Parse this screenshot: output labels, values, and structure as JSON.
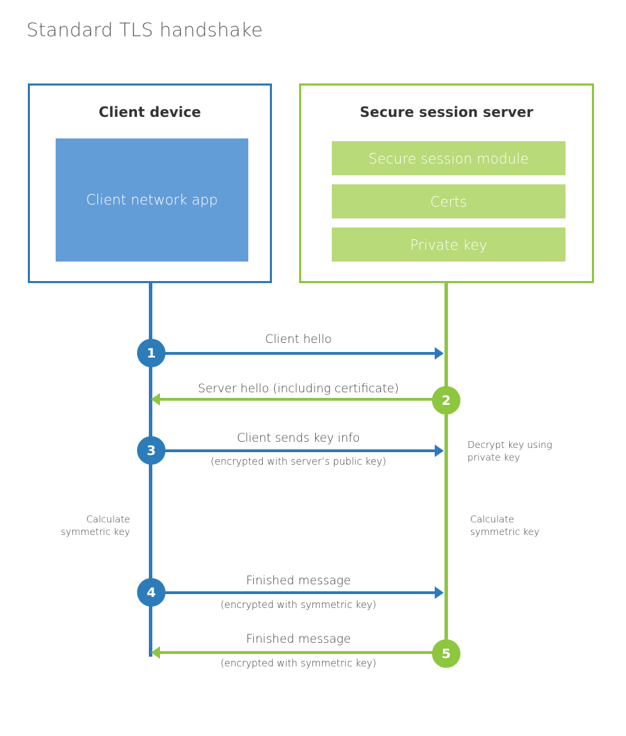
{
  "title": "Standard TLS handshake",
  "colors": {
    "client_border": "#3178b9",
    "client_fill": "#639dd7",
    "client_accent": "#2c7cba",
    "server_border": "#8dc63f",
    "server_fill": "#b9da78",
    "server_accent": "#8dc63f",
    "text": "#3b3b3b",
    "title_text": "#58595b",
    "background": "#ffffff"
  },
  "client": {
    "title": "Client device",
    "app_label": "Client network\napp"
  },
  "server": {
    "title": "Secure session server",
    "modules": [
      {
        "label": "Secure session module"
      },
      {
        "label": "Certs"
      },
      {
        "label": "Private key"
      }
    ]
  },
  "steps": [
    {
      "number": "1",
      "direction": "client-to-server",
      "color": "blue",
      "label": "Client hello",
      "sublabel": ""
    },
    {
      "number": "2",
      "direction": "server-to-client",
      "color": "green",
      "label": "Server hello (including certificate)",
      "sublabel": ""
    },
    {
      "number": "3",
      "direction": "client-to-server",
      "color": "blue",
      "label": "Client sends key info",
      "sublabel": "(encrypted with server’s public key)"
    },
    {
      "number": "4",
      "direction": "client-to-server",
      "color": "blue",
      "label": "Finished message",
      "sublabel": "(encrypted with symmetric key)"
    },
    {
      "number": "5",
      "direction": "server-to-client",
      "color": "green",
      "label": "Finished message",
      "sublabel": "(encrypted with symmetric key)"
    }
  ],
  "notes": {
    "decrypt_key": "Decrypt key using\nprivate key",
    "client_calculate": "Calculate\nsymmetric key",
    "server_calculate": "Calculate\nsymmetric key"
  }
}
